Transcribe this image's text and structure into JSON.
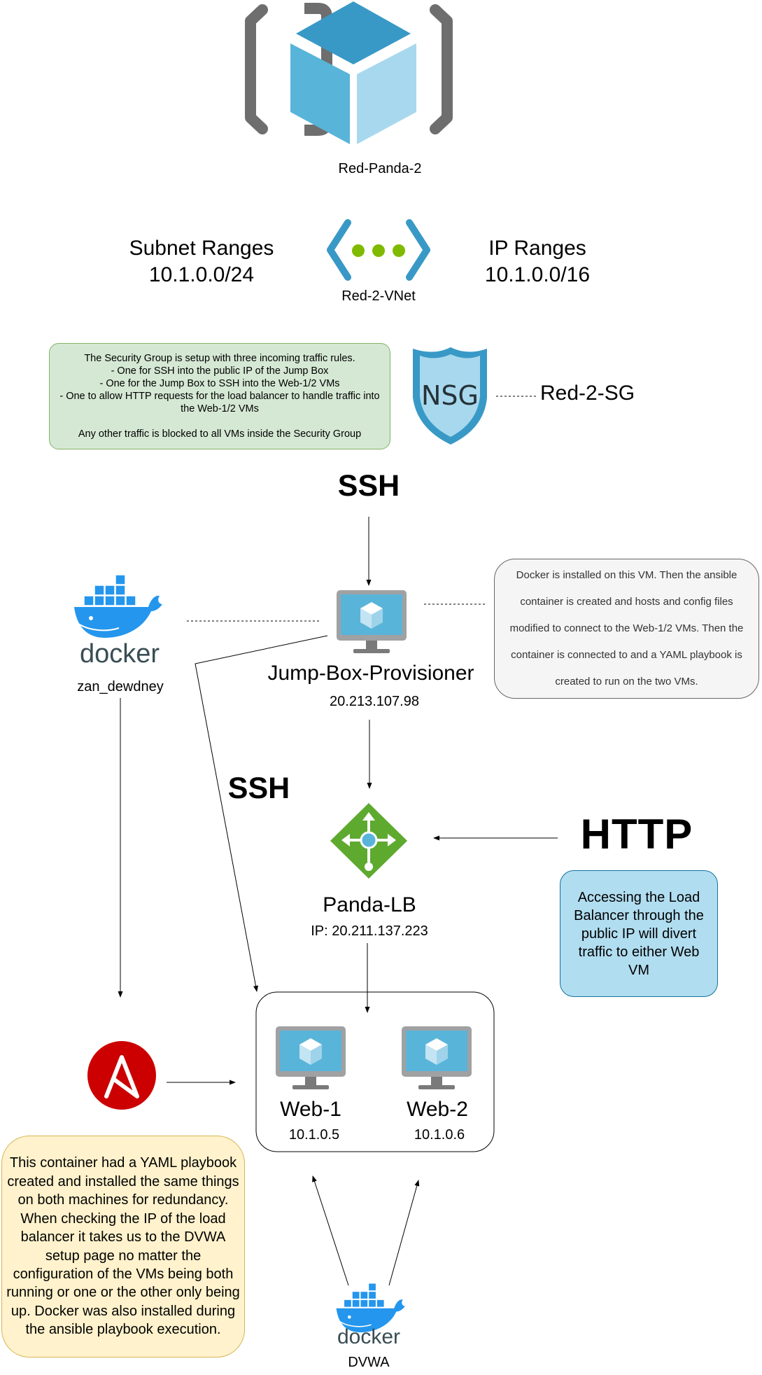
{
  "resource_group": {
    "label": "Red-Panda-2"
  },
  "vnet": {
    "label": "Red-2-VNet",
    "subnet_title": "Subnet Ranges",
    "subnet_value": "10.1.0.0/24",
    "ip_title": "IP Ranges",
    "ip_value": "10.1.0.0/16"
  },
  "nsg": {
    "icon_text": "NSG",
    "label": "Red-2-SG",
    "note": "The Security Group is setup with three incoming traffic rules.\n- One for SSH into the public IP of the Jump Box\n- One for the Jump Box to SSH into the Web-1/2 VMs\n- One to allow HTTP requests for the load balancer to handle traffic into the Web-1/2 VMs\n\nAny other traffic is blocked to all VMs inside the Security Group"
  },
  "ssh_top_label": "SSH",
  "ssh_side_label": "SSH",
  "http_label": "HTTP",
  "docker_container": {
    "logo_text": "docker",
    "label": "zan_dewdney"
  },
  "jump_box": {
    "name": "Jump-Box-Provisioner",
    "ip": "20.213.107.98",
    "note": "Docker is installed on this VM. Then the ansible container is created and hosts and config files modified to connect to the Web-1/2 VMs. Then the container is connected to and a YAML playbook is created to run on the two VMs."
  },
  "load_balancer": {
    "name": "Panda-LB",
    "ip": "IP: 20.211.137.223",
    "note": "Accessing the Load Balancer through the public IP will divert traffic to either Web VM"
  },
  "web1": {
    "name": "Web-1",
    "ip": "10.1.0.5"
  },
  "web2": {
    "name": "Web-2",
    "ip": "10.1.0.6"
  },
  "ansible_note": "This container had a YAML playbook created and installed the same things on both machines for redundancy. When checking the IP of the load balancer it takes us to the DVWA setup page no matter the configuration of the VMs being both running or one or the other only being up. Docker was also installed during the ansible playbook execution.",
  "dvwa": {
    "logo_text": "docker",
    "label": "DVWA"
  },
  "colors": {
    "azure_blue": "#3999c6",
    "azure_light": "#59b4d9",
    "azure_pale": "#a8d8ee",
    "bracket_gray": "#6e6e6e",
    "vnet_green": "#7fba00",
    "lb_green": "#5eaa2f",
    "ansible_red": "#cc0000",
    "docker_blue": "#2496ed",
    "docker_navy": "#394d54",
    "nsg_note_fill": "#d5e8d4",
    "nsg_note_border": "#82b366",
    "jump_note_fill": "#f5f5f5",
    "jump_note_border": "#666666",
    "lb_note_fill": "#b1ddf0",
    "lb_note_border": "#10739e",
    "ansible_note_fill": "#fff2cc",
    "ansible_note_border": "#d6b656"
  },
  "icons": [
    "resource-group-cube-icon",
    "vnet-icon",
    "nsg-shield-icon",
    "docker-icon",
    "monitor-vm-icon",
    "load-balancer-icon",
    "ansible-icon"
  ]
}
